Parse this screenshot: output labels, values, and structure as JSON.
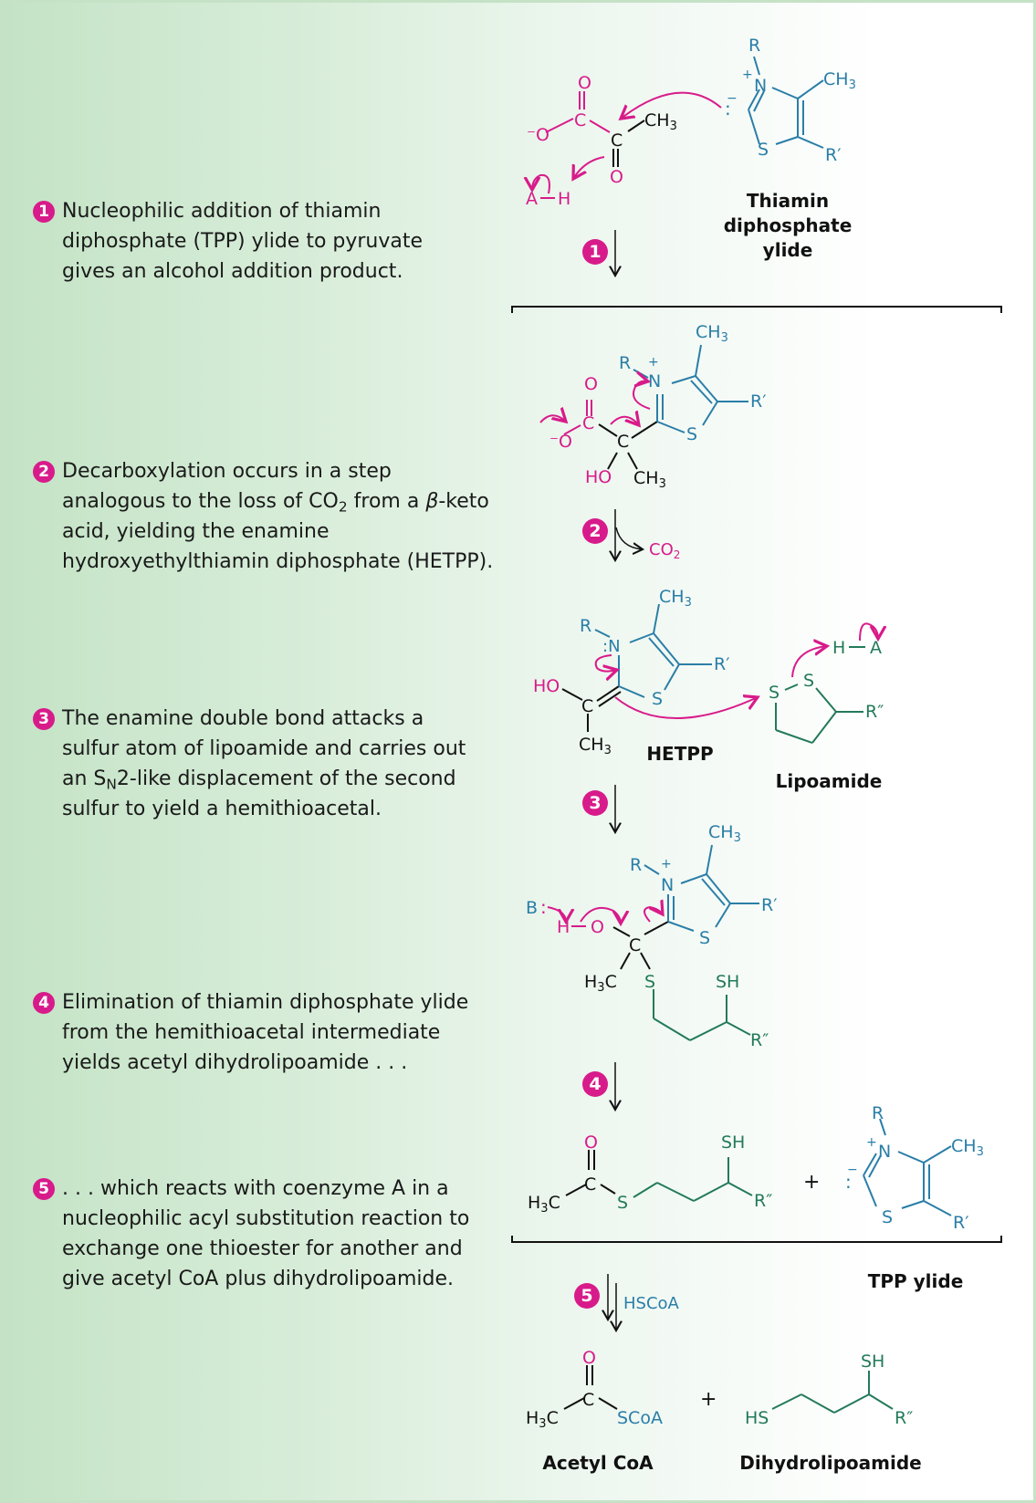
{
  "figure": {
    "colors": {
      "magenta": "#d81b8a",
      "blue": "#2a7ea8",
      "green": "#237a5a",
      "black": "#111111",
      "bg_green": "#c4e3c6"
    },
    "steps": [
      {
        "number": "1",
        "text": "Nucleophilic addition of thiamin diphosphate (TPP) ylide to pyruvate gives an alcohol addition product."
      },
      {
        "number": "2",
        "text_parts": [
          "Decarboxylation occurs in a step analogous to the loss of CO",
          "2",
          " from a ",
          "β",
          "-keto acid, yielding the enamine hydroxyethylthiamin diphosphate (HETPP)."
        ]
      },
      {
        "number": "3",
        "text_parts": [
          "The enamine double bond attacks a sulfur atom of lipoamide and carries out an S",
          "N",
          "2-like displacement of the second sulfur to yield a hemithioacetal."
        ]
      },
      {
        "number": "4",
        "text": "Elimination of thiamin diphosphate ylide from the hemithioacetal intermediate yields acetyl dihydrolipoamide . . ."
      },
      {
        "number": "5",
        "text": ". . . which reacts with coenzyme A in a nucleophilic acyl substitution reaction to exchange one thioester for another and give acetyl CoA plus dihydrolipoamide."
      }
    ],
    "labels": {
      "thiamin_ylide": [
        "Thiamin",
        "diphosphate",
        "ylide"
      ],
      "hetpp": "HETPP",
      "lipoamide": "Lipoamide",
      "tpp_ylide": "TPP ylide",
      "acetyl_coa": "Acetyl CoA",
      "dihydrolipoamide": "Dihydrolipoamide"
    },
    "reagents": {
      "co2": "CO2",
      "hscoa": "HSCoA",
      "plus": "+"
    },
    "atoms": {
      "R": "R",
      "R1": "R′",
      "R2": "R″",
      "CH3": "CH3",
      "H3C": "H3C",
      "N": "N",
      "S": "S",
      "O": "O",
      "C": "C",
      "HO": "HO",
      "SH": "SH",
      "HS": "HS",
      "A": "A",
      "H": "H",
      "B": "B",
      "SCoA": "SCoA"
    }
  }
}
